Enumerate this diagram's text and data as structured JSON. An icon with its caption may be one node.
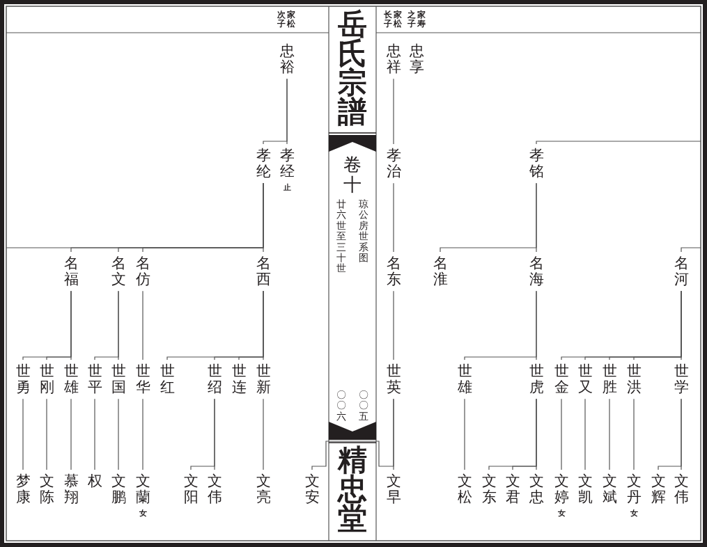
{
  "diagram": {
    "title": "岳氏宗譜",
    "nodes": [
      {
        "text": [
          "忠享"
        ]
      },
      {
        "text": [
          "忠祥"
        ]
      },
      {
        "text": [
          "忠裕"
        ]
      },
      {
        "text": [
          "孝铭"
        ]
      },
      {
        "text": [
          "孝治"
        ]
      },
      {
        "text": [
          "孝经"
        ],
        "beside": [
          "止"
        ]
      },
      {
        "text": [
          "孝纶"
        ]
      },
      {
        "text": [
          "名河"
        ]
      },
      {
        "text": [
          "名海"
        ]
      },
      {
        "text": [
          "名淮"
        ]
      },
      {
        "text": [
          "名东"
        ]
      },
      {
        "text": [
          "名西"
        ]
      },
      {
        "text": [
          "名仿"
        ]
      },
      {
        "text": [
          "名文"
        ]
      },
      {
        "text": [
          "名福"
        ]
      },
      {
        "text": [
          "世学"
        ]
      },
      {
        "text": [
          "世洪"
        ]
      },
      {
        "text": [
          "世胜"
        ]
      },
      {
        "text": [
          "世又"
        ]
      },
      {
        "text": [
          "世金"
        ]
      },
      {
        "text": [
          "世虎"
        ]
      },
      {
        "text": [
          "世雄"
        ]
      },
      {
        "text": [
          "世英"
        ]
      },
      {
        "text": [
          "世新"
        ]
      },
      {
        "text": [
          "世连"
        ]
      },
      {
        "text": [
          "世绍"
        ]
      },
      {
        "text": [
          "世红"
        ]
      },
      {
        "text": [
          "世华"
        ]
      },
      {
        "text": [
          "世国"
        ]
      },
      {
        "text": [
          "世平"
        ]
      },
      {
        "text": [
          "世雄"
        ]
      },
      {
        "text": [
          "世刚"
        ]
      },
      {
        "text": [
          "世勇"
        ]
      },
      {
        "text": [
          "文伟"
        ]
      },
      {
        "text": [
          "文辉"
        ]
      },
      {
        "text": [
          "文丹"
        ],
        "beside": [
          "女"
        ]
      },
      {
        "text": [
          "文斌"
        ]
      },
      {
        "text": [
          "文凯"
        ]
      },
      {
        "text": [
          "文婷"
        ],
        "beside": [
          "女"
        ]
      },
      {
        "text": [
          "文忠"
        ]
      },
      {
        "text": [
          "文君"
        ]
      },
      {
        "text": [
          "文东"
        ]
      },
      {
        "text": [
          "文松"
        ]
      },
      {
        "text": [
          "文早"
        ]
      },
      {
        "text": [
          "文安"
        ]
      },
      {
        "text": [
          "文亮"
        ]
      },
      {
        "text": [
          "文伟"
        ]
      },
      {
        "text": [
          "文阳"
        ]
      },
      {
        "text": [
          "文蘭"
        ],
        "beside": [
          "女"
        ]
      },
      {
        "text": [
          "文鹏"
        ]
      },
      {
        "text": [
          "权"
        ]
      },
      {
        "text": [
          "慕翔"
        ]
      },
      {
        "text": [
          "文陈"
        ]
      },
      {
        "text": [
          "梦康"
        ]
      }
    ],
    "edges": [
      {
        "from": null,
        "to": 3,
        "arrow": "none"
      },
      {
        "from": 1,
        "to": 4,
        "arrow": "none"
      },
      {
        "from": 2,
        "to": 5,
        "arrow": "none"
      },
      {
        "from": 2,
        "to": 6,
        "arrow": "none"
      },
      {
        "from": 3,
        "to": 8,
        "arrow": "none"
      },
      {
        "from": 3,
        "to": 9,
        "arrow": "none"
      },
      {
        "from": 4,
        "to": 10,
        "arrow": "none"
      },
      {
        "from": 6,
        "to": 11,
        "arrow": "none"
      },
      {
        "from": 6,
        "to": 12,
        "arrow": "none"
      },
      {
        "from": 6,
        "to": 13,
        "arrow": "none"
      },
      {
        "from": 6,
        "to": 14,
        "arrow": "none"
      },
      {
        "from": 6,
        "to": null,
        "arrow": "none"
      },
      {
        "from": null,
        "to": 7,
        "arrow": "none"
      },
      {
        "from": 7,
        "to": 15,
        "arrow": "none"
      },
      {
        "from": 7,
        "to": 16,
        "arrow": "none"
      },
      {
        "from": 7,
        "to": 17,
        "arrow": "none"
      },
      {
        "from": 7,
        "to": 18,
        "arrow": "none"
      },
      {
        "from": 7,
        "to": 19,
        "arrow": "none"
      },
      {
        "from": 8,
        "to": 20,
        "arrow": "none"
      },
      {
        "from": 8,
        "to": 21,
        "arrow": "none"
      },
      {
        "from": 10,
        "to": 22,
        "arrow": "none"
      },
      {
        "from": 11,
        "to": 23,
        "arrow": "none"
      },
      {
        "from": 11,
        "to": 24,
        "arrow": "none"
      },
      {
        "from": 11,
        "to": 25,
        "arrow": "none"
      },
      {
        "from": 11,
        "to": 26,
        "arrow": "none"
      },
      {
        "from": 12,
        "to": 27,
        "arrow": "none"
      },
      {
        "from": 13,
        "to": 28,
        "arrow": "none"
      },
      {
        "from": 13,
        "to": 29,
        "arrow": "none"
      },
      {
        "from": 14,
        "to": 30,
        "arrow": "none"
      },
      {
        "from": 14,
        "to": 31,
        "arrow": "none"
      },
      {
        "from": 14,
        "to": 32,
        "arrow": "none"
      },
      {
        "from": 15,
        "to": 33,
        "arrow": "none"
      },
      {
        "from": 15,
        "to": 34,
        "arrow": "none"
      },
      {
        "from": 16,
        "to": 35,
        "arrow": "none"
      },
      {
        "from": 17,
        "to": 36,
        "arrow": "none"
      },
      {
        "from": 18,
        "to": 37,
        "arrow": "none"
      },
      {
        "from": 19,
        "to": 38,
        "arrow": "none"
      },
      {
        "from": 20,
        "to": 39,
        "arrow": "none"
      },
      {
        "from": 20,
        "to": 40,
        "arrow": "none"
      },
      {
        "from": 20,
        "to": 41,
        "arrow": "none"
      },
      {
        "from": 21,
        "to": 42,
        "arrow": "none"
      },
      {
        "from": 22,
        "to": 43,
        "arrow": "none"
      },
      {
        "from": 22,
        "to": 44,
        "arrow": "none"
      },
      {
        "from": 23,
        "to": 45,
        "arrow": "none"
      },
      {
        "from": 25,
        "to": 46,
        "arrow": "none"
      },
      {
        "from": 25,
        "to": 47,
        "arrow": "none"
      },
      {
        "from": 27,
        "to": 48,
        "arrow": "none"
      },
      {
        "from": 28,
        "to": 49,
        "arrow": "none"
      },
      {
        "from": 29,
        "to": 50,
        "arrow": "none"
      },
      {
        "from": 30,
        "to": 51,
        "arrow": "none"
      },
      {
        "from": 31,
        "to": 52,
        "arrow": "none"
      },
      {
        "from": 32,
        "to": 53,
        "arrow": "none"
      }
    ],
    "labels": [
      "卷十",
      "琼公房世系图",
      "廿六世至三十世",
      "家寿之子",
      "家松长子",
      "家松次子",
      "〇〇五",
      "〇〇六",
      "精忠堂"
    ]
  }
}
